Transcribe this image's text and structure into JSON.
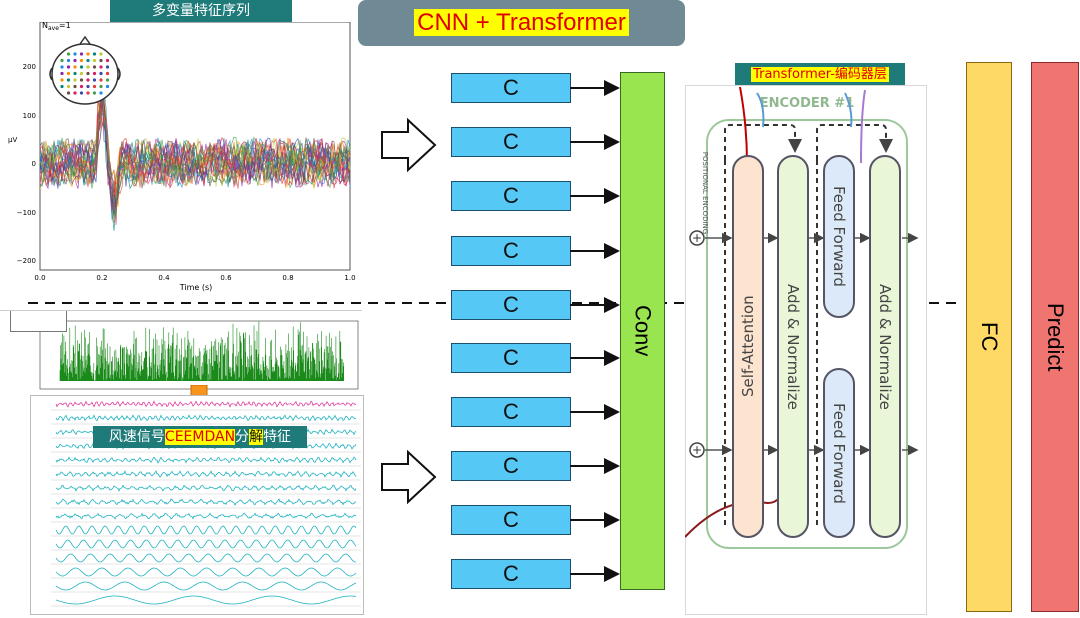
{
  "title": "CNN + Transformer",
  "top_left_label": "多变量特征序列",
  "eeg_plot": {
    "corner_label": "N",
    "corner_subscript": "ave",
    "corner_value": "=1",
    "y_axis_label": "μV",
    "y_ticks": [
      "200",
      "100",
      "0",
      "−100",
      "−200"
    ],
    "x_ticks": [
      "0.0",
      "0.2",
      "0.4",
      "0.6",
      "0.8",
      "1.0"
    ],
    "x_label": "Time (s)"
  },
  "wind_label": {
    "prefix": "风速信号",
    "highlight": "CEEMDAN",
    "mid": "分",
    "highlight2": "解",
    "suffix": "特征"
  },
  "c_boxes": [
    "C",
    "C",
    "C",
    "C",
    "C",
    "C",
    "C",
    "C",
    "C",
    "C"
  ],
  "conv_label": "Conv",
  "encoder": {
    "header_label": "Transformer-编码器层",
    "title": "ENCODER #1",
    "positional_encoding": "POSITIONAL ENCODING",
    "self_attention": "Self-Attention",
    "add_normalize_1": "Add & Normalize",
    "feed_forward_1": "Feed Forward",
    "feed_forward_2": "Feed Forward",
    "add_normalize_2": "Add & Normalize",
    "plus_symbol": "+"
  },
  "fc_label": "FC",
  "predict_label": "Predict",
  "colors": {
    "c_box": "#56c8f5",
    "conv": "#99e550",
    "fc": "#ffd966",
    "predict": "#f07470",
    "teal": "#1f7a7a",
    "title_box": "#6f8a95"
  }
}
